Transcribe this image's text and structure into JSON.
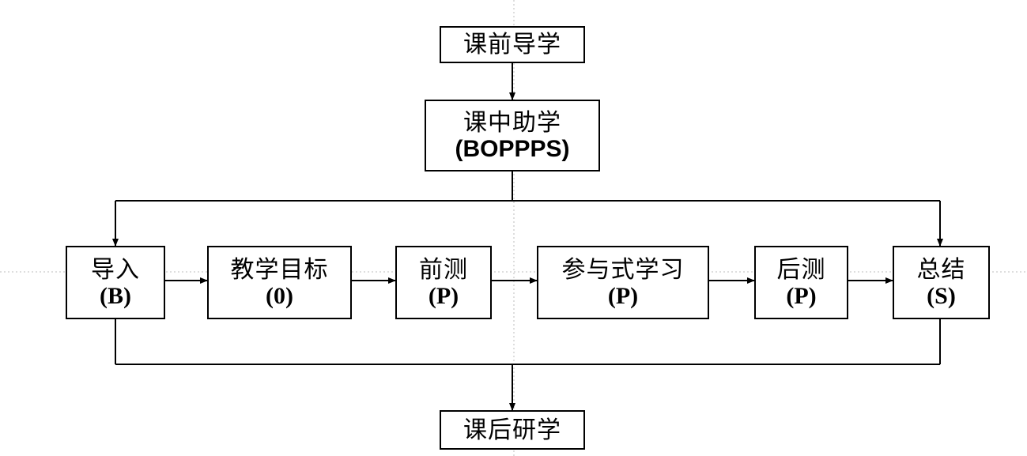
{
  "top": {
    "label": "课前导学"
  },
  "middle": {
    "label": "课中助学",
    "code": "(BOPPPS)"
  },
  "bottom": {
    "label": "课后研学"
  },
  "steps": [
    {
      "label": "导入",
      "code": "(B)"
    },
    {
      "label": "教学目标",
      "code": "(0)"
    },
    {
      "label": "前测",
      "code": "(P)"
    },
    {
      "label": "参与式学习",
      "code": "(P)"
    },
    {
      "label": "后测",
      "code": "(P)"
    },
    {
      "label": "总结",
      "code": "(S)"
    }
  ]
}
